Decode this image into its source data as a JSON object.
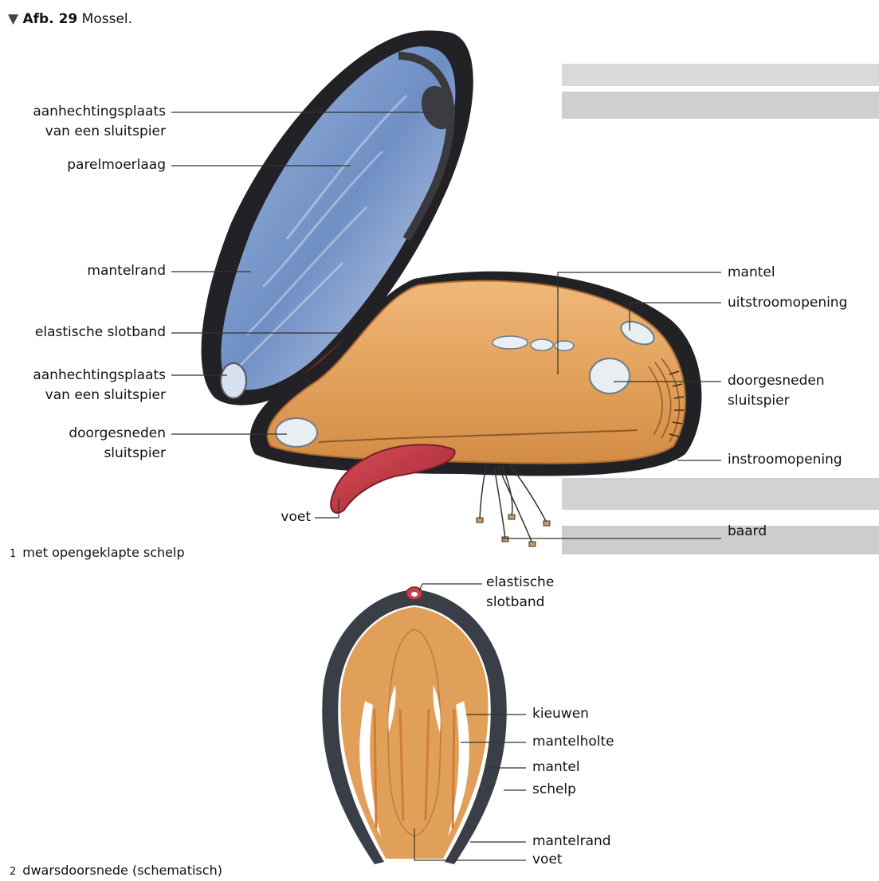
{
  "figure": {
    "marker": "▼",
    "number": "Afb. 29",
    "title": "Mossel."
  },
  "part1": {
    "caption_number": "1",
    "caption": "met opengeklapte schelp",
    "labels_left": [
      {
        "id": "aanhechtingsplaats-top",
        "lines": [
          "aanhechtingsplaats",
          "van een sluitspier"
        ]
      },
      {
        "id": "parelmoerlaag",
        "lines": [
          "parelmoerlaag"
        ]
      },
      {
        "id": "mantelrand",
        "lines": [
          "mantelrand"
        ]
      },
      {
        "id": "elastische-slotband",
        "lines": [
          "elastische slotband"
        ]
      },
      {
        "id": "aanhechtingsplaats-bottom",
        "lines": [
          "aanhechtingsplaats",
          "van een sluitspier"
        ]
      },
      {
        "id": "doorgesneden-sluitspier-left",
        "lines": [
          "doorgesneden",
          "sluitspier"
        ]
      },
      {
        "id": "voet",
        "lines": [
          "voet"
        ]
      }
    ],
    "labels_right": [
      {
        "id": "mantel",
        "lines": [
          "mantel"
        ]
      },
      {
        "id": "uitstroomopening",
        "lines": [
          "uitstroomopening"
        ]
      },
      {
        "id": "doorgesneden-sluitspier-right",
        "lines": [
          "doorgesneden",
          "sluitspier"
        ]
      },
      {
        "id": "instroomopening",
        "lines": [
          "instroomopening"
        ]
      },
      {
        "id": "baard",
        "lines": [
          "baard"
        ]
      }
    ]
  },
  "part2": {
    "caption_number": "2",
    "caption": "dwarsdoorsnede (schematisch)",
    "labels": [
      {
        "id": "elastische-slotband-2",
        "lines": [
          "elastische",
          "slotband"
        ]
      },
      {
        "id": "kieuwen",
        "lines": [
          "kieuwen"
        ]
      },
      {
        "id": "mantelholte",
        "lines": [
          "mantelholte"
        ]
      },
      {
        "id": "mantel-2",
        "lines": [
          "mantel"
        ]
      },
      {
        "id": "schelp",
        "lines": [
          "schelp"
        ]
      },
      {
        "id": "mantelrand-2",
        "lines": [
          "mantelrand"
        ]
      },
      {
        "id": "voet-2",
        "lines": [
          "voet"
        ]
      }
    ]
  },
  "colors": {
    "shell": "#2a2a2e",
    "nacre": "#7f9fcf",
    "mantle": "#e0a05a",
    "mantle_dark": "#b8743a",
    "ligament": "#c0444e",
    "foot": "#c23a45",
    "muscle": "#e9eef2",
    "leader": "#333333"
  }
}
